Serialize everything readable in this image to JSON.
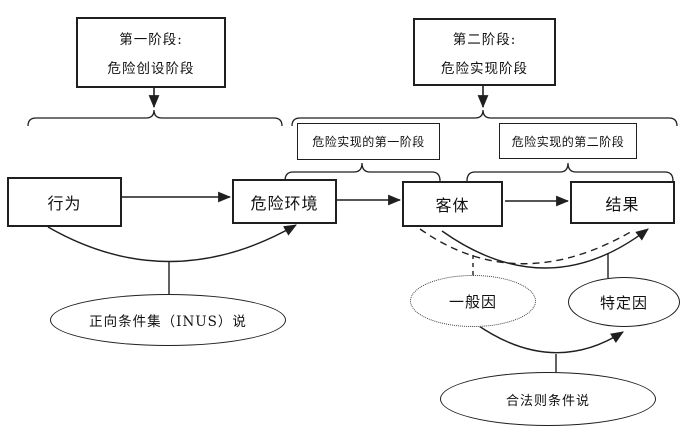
{
  "stages": {
    "stage1": {
      "line1": "第一阶段:",
      "line2": "危险创设阶段"
    },
    "stage2": {
      "line1": "第二阶段:",
      "line2": "危险实现阶段"
    },
    "realization_sub1": "危险实现的第一阶段",
    "realization_sub2": "危险实现的第二阶段"
  },
  "nodes": {
    "behavior": "行为",
    "danger_environment": "危险环境",
    "object": "客体",
    "result": "结果"
  },
  "theories": {
    "inus": "正向条件集（INUS）说",
    "general_cause": "一般因",
    "specific_cause": "特定因",
    "lawful_condition": "合法则条件说"
  },
  "colors": {
    "line": "#1f1f1f",
    "text": "#111111",
    "background": "#ffffff"
  }
}
